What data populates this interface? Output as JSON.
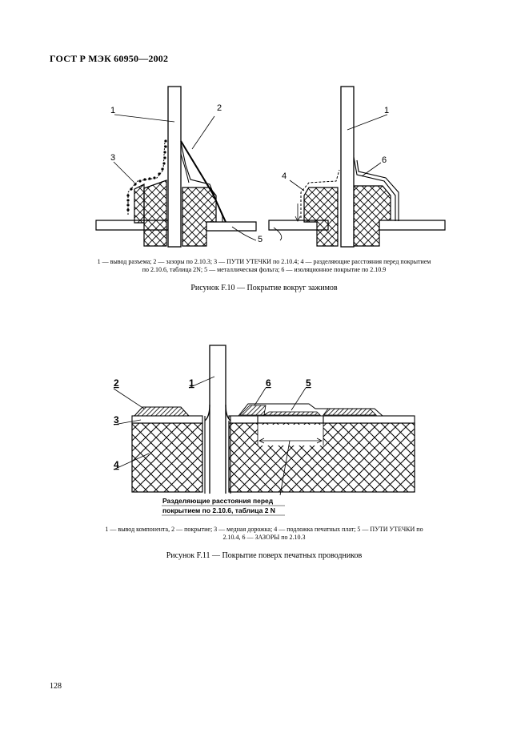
{
  "header": {
    "standard": "ГОСТ Р МЭК 60950—2002"
  },
  "figure10": {
    "labels": [
      "1",
      "2",
      "3",
      "4",
      "1",
      "6",
      "5"
    ],
    "legend_line1": "1 — вывод разъема; 2 — зазоры по 2.10.3; 3 — ПУТИ УТЕЧКИ по 2.10.4; 4 — разделяющие расстояния перед покрытием",
    "legend_line2": "по 2.10.6, таблица 2N; 5 — металлическая фольга; 6 — изоляционное покрытие по 2.10.9",
    "caption": "Рисунок F.10 — Покрытие вокруг зажимов"
  },
  "figure11": {
    "labels": [
      "2",
      "1",
      "6",
      "5",
      "3",
      "4"
    ],
    "note_line1": "Разделяющие расстояния перед",
    "note_line2": "покрытием по 2.10.6, таблица 2 N",
    "legend_line1": "1 — вывод компонента, 2 — покрытие; 3 — медная дорожка; 4 — подложка печатных плат; 5 — ПУТИ УТЕЧКИ по",
    "legend_line2": "2.10.4, 6 — ЗАЗОРЫ по 2.10.3",
    "caption": "Рисунок F.11 — Покрытие поверх печатных проводников"
  },
  "footer": {
    "page_number": "128"
  }
}
